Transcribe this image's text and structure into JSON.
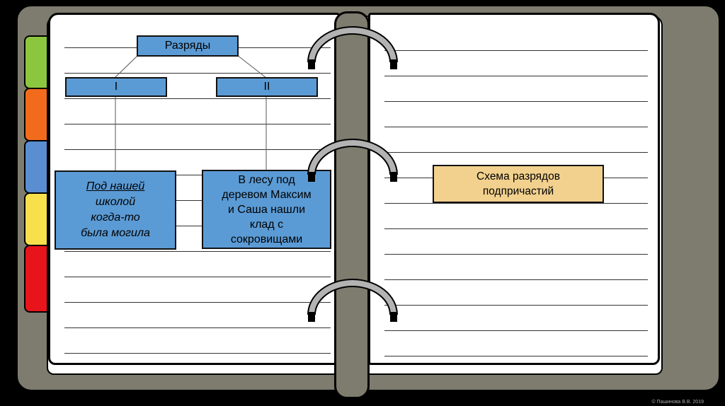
{
  "diagram": {
    "root": "Разряды",
    "categories": [
      "I",
      "II"
    ],
    "example_1": [
      "Под нашей",
      "школой",
      "когда-то",
      "была могила"
    ],
    "example_2": [
      "В лесу под",
      "деревом Максим",
      "и Саша нашли",
      "клад с",
      "сокровищами"
    ]
  },
  "right_page": {
    "label": [
      "Схема разрядов",
      "подпричастий"
    ]
  },
  "footer": {
    "copyright": "© Пашинова В.В. 2019"
  },
  "colors": {
    "cover": "#7d7c6e",
    "box_blue": "#5b9bd5",
    "box_tan": "#f2d18e",
    "tabs": [
      "#8cc63f",
      "#f26b1d",
      "#5a8ed0",
      "#f7e04b",
      "#e8141c"
    ]
  },
  "icons": [
    "binder-ring-icon"
  ]
}
